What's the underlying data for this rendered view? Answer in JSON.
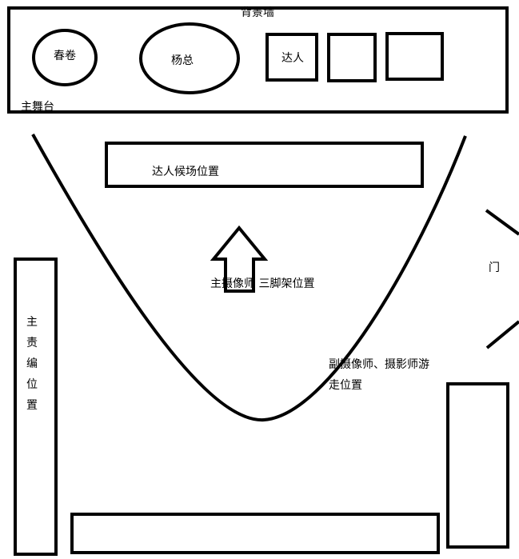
{
  "stage": {
    "backdrop_label": "背景墙",
    "main_stage_label": "主舞台",
    "seats": {
      "chunjuan": "春卷",
      "yangzong": "杨总",
      "daren": "达人"
    }
  },
  "waiting_area_label": "达人候场位置",
  "main_camera_label": "主摄像师 三脚架位置",
  "door_label": "门",
  "editor_label": "主责编位置",
  "roaming_label_line1": "副摄像师、摄影师游",
  "roaming_label_line2": "走位置",
  "colors": {
    "stroke": "#000000",
    "background": "#ffffff"
  }
}
